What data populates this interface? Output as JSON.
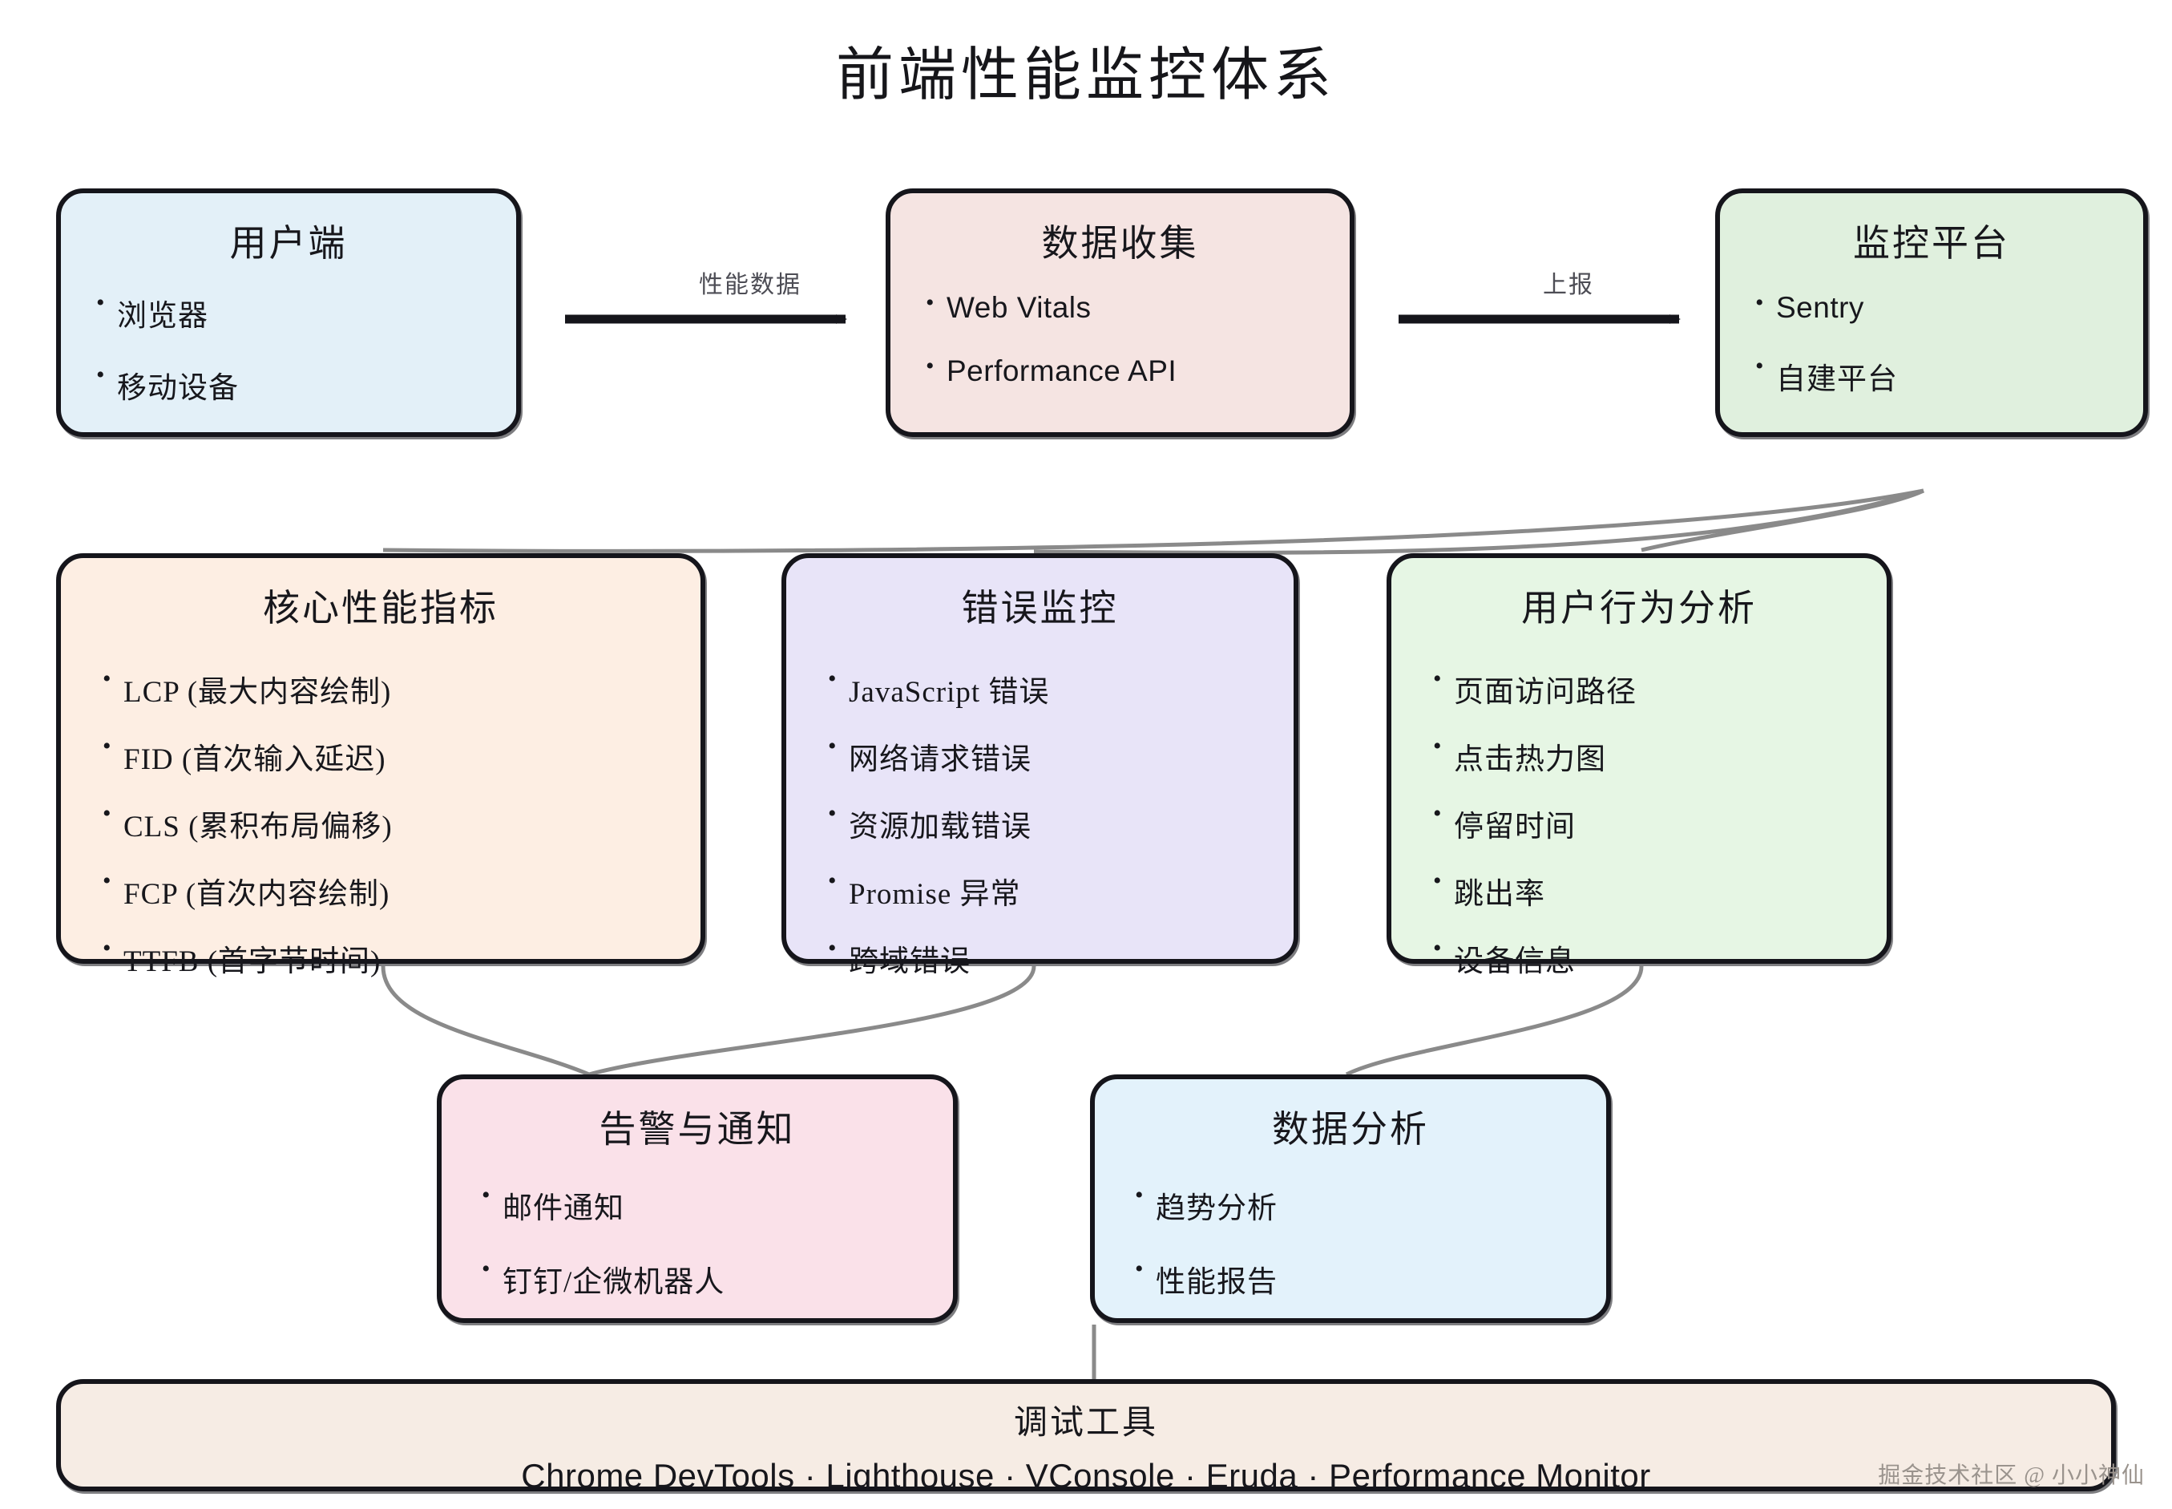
{
  "title": "前端性能监控体系",
  "colors": {
    "client": "#e3f0f8",
    "collect": "#f5e4e2",
    "platform": "#e0f0de",
    "metrics": "#fdeee3",
    "errors": "#e8e4f8",
    "behavior": "#e6f6e4",
    "alert": "#fae1e9",
    "analysis": "#e3f2fb",
    "tools": "#f6ece4",
    "stroke": "#15151b",
    "wire": "#8a8a8a",
    "watermark": "#9a938d"
  },
  "flow": {
    "row1": [
      {
        "id": "client",
        "title": "用户端",
        "items": [
          "浏览器",
          "移动设备"
        ]
      },
      {
        "id": "collect",
        "title": "数据收集",
        "items": [
          "Web Vitals",
          "Performance API"
        ],
        "latin": true
      },
      {
        "id": "platform",
        "title": "监控平台",
        "items": [
          "Sentry",
          "自建平台"
        ]
      }
    ],
    "arrows": [
      {
        "id": "perf-data",
        "label": "性能数据"
      },
      {
        "id": "report",
        "label": "上报"
      }
    ],
    "row2": [
      {
        "id": "metrics",
        "title": "核心性能指标",
        "items": [
          "LCP (最大内容绘制)",
          "FID (首次输入延迟)",
          "CLS (累积布局偏移)",
          "FCP (首次内容绘制)",
          "TTFB (首字节时间)"
        ]
      },
      {
        "id": "errors",
        "title": "错误监控",
        "items": [
          "JavaScript 错误",
          "网络请求错误",
          "资源加载错误",
          "Promise 异常",
          "跨域错误"
        ]
      },
      {
        "id": "behavior",
        "title": "用户行为分析",
        "items": [
          "页面访问路径",
          "点击热力图",
          "停留时间",
          "跳出率",
          "设备信息"
        ]
      }
    ],
    "row3": [
      {
        "id": "alert",
        "title": "告警与通知",
        "items": [
          "邮件通知",
          "钉钉/企微机器人"
        ]
      },
      {
        "id": "analysis",
        "title": "数据分析",
        "items": [
          "趋势分析",
          "性能报告"
        ]
      }
    ],
    "footer": {
      "id": "tools",
      "title": "调试工具",
      "tools_line": "Chrome DevTools · Lighthouse · VConsole · Eruda · Performance Monitor"
    }
  },
  "watermark": "掘金技术社区 @ 小小神仙"
}
